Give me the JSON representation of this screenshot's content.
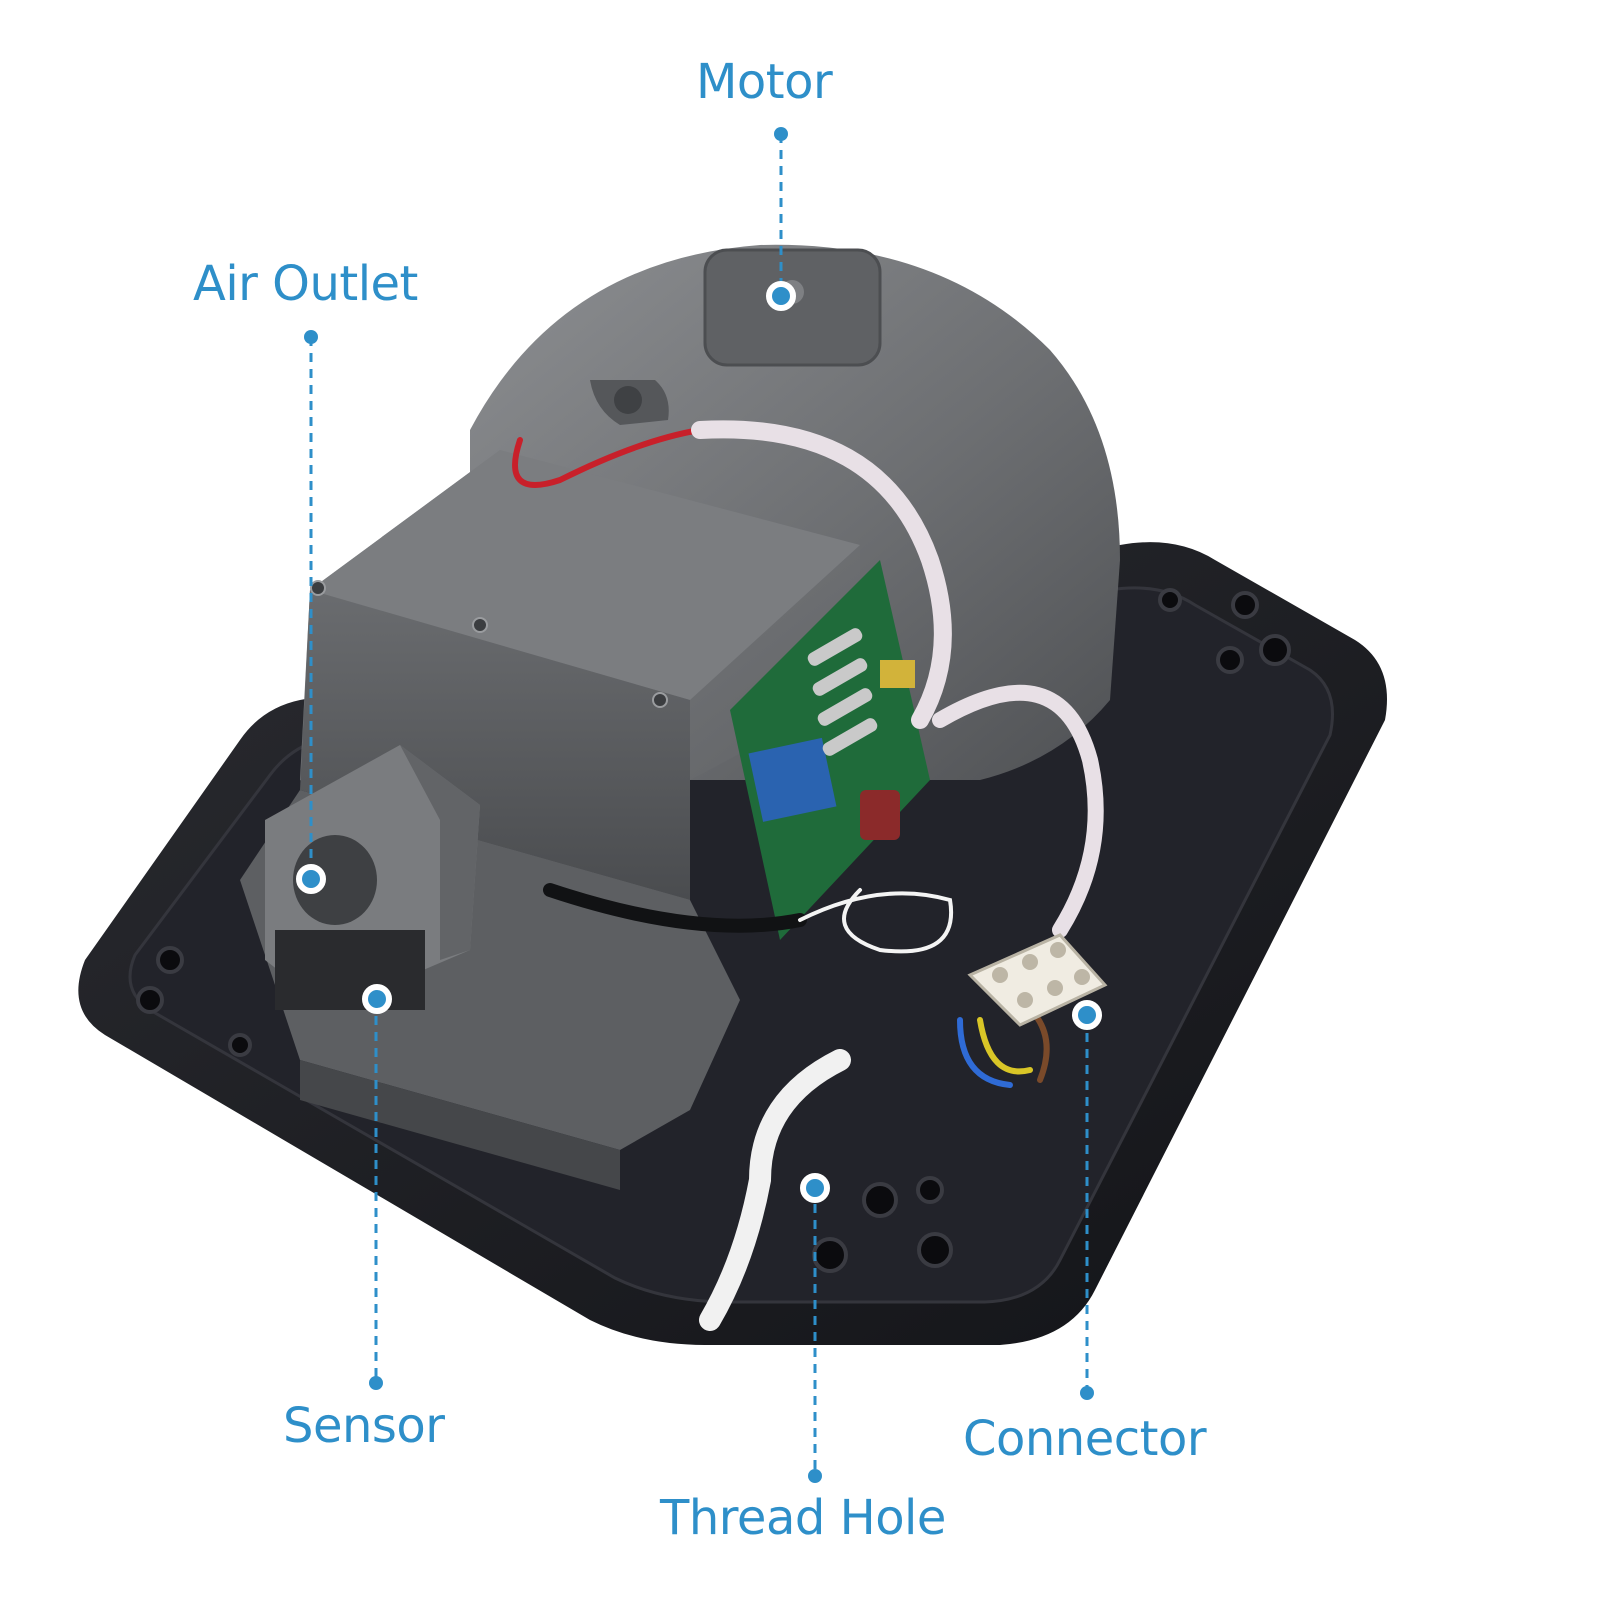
{
  "colors": {
    "label": "#2e8fc9",
    "leader": "#2e8fc9",
    "base": "#1c1d21",
    "housing": "#6f7174",
    "housing_dark": "#55575a",
    "housing_light": "#8a8c8f"
  },
  "callouts": {
    "motor": {
      "label": "Motor"
    },
    "air_outlet": {
      "label": "Air Outlet"
    },
    "sensor": {
      "label": "Sensor"
    },
    "thread_hole": {
      "label": "Thread Hole"
    },
    "connector": {
      "label": "Connector"
    }
  }
}
